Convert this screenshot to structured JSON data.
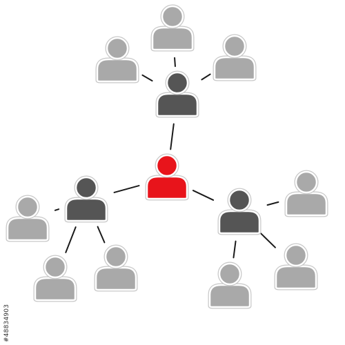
{
  "colors": {
    "center": "#e8141b",
    "hub": "#555555",
    "leaf": "#a9a9a9",
    "link": "#1a1a1a",
    "background": "#ffffff"
  },
  "stock_id": "#48834903",
  "network": {
    "center": "you",
    "hubs": [
      "hub-top",
      "hub-left",
      "hub-right"
    ],
    "links": [
      [
        "you",
        "hub-top"
      ],
      [
        "you",
        "hub-left"
      ],
      [
        "you",
        "hub-right"
      ],
      [
        "hub-top",
        "leaf-top-left"
      ],
      [
        "hub-top",
        "leaf-top-center"
      ],
      [
        "hub-top",
        "leaf-top-right"
      ],
      [
        "hub-left",
        "leaf-left-upper"
      ],
      [
        "hub-left",
        "leaf-left-bottom"
      ],
      [
        "hub-left",
        "leaf-left-bottom-right"
      ],
      [
        "hub-right",
        "leaf-right-upper"
      ],
      [
        "hub-right",
        "leaf-right-bottom-left"
      ],
      [
        "hub-right",
        "leaf-right-bottom"
      ]
    ]
  }
}
